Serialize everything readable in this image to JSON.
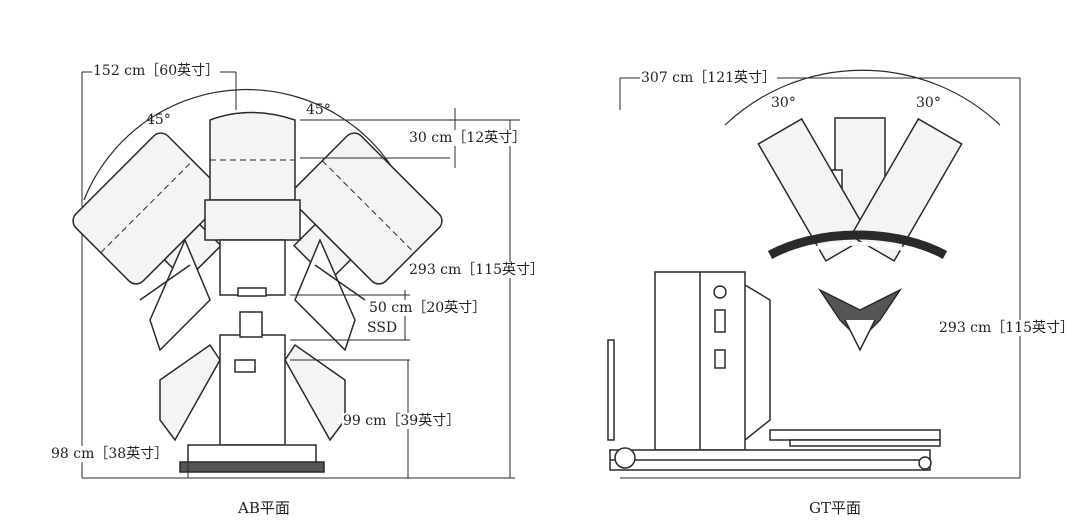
{
  "ab_plane": {
    "caption": "AB平面",
    "width_label": "152 cm［60英寸］",
    "angle_left": "45°",
    "angle_right": "45°",
    "head_offset_label": "30 cm［12英寸］",
    "height_label": "293 cm［115英寸］",
    "ssd_offset_label": "50 cm［20英寸］",
    "ssd_label": "SSD",
    "base_height_label": "99 cm［39英寸］",
    "base_width_label": "98 cm［38英寸］"
  },
  "gt_plane": {
    "caption": "GT平面",
    "width_label": "307 cm［121英寸］",
    "angle_left": "30°",
    "angle_right": "30°",
    "height_label": "293 cm［115英寸］"
  },
  "colors": {
    "line": "#2a2a2a",
    "fill_light": "#f4f4f4",
    "fill_dark": "#555555"
  }
}
